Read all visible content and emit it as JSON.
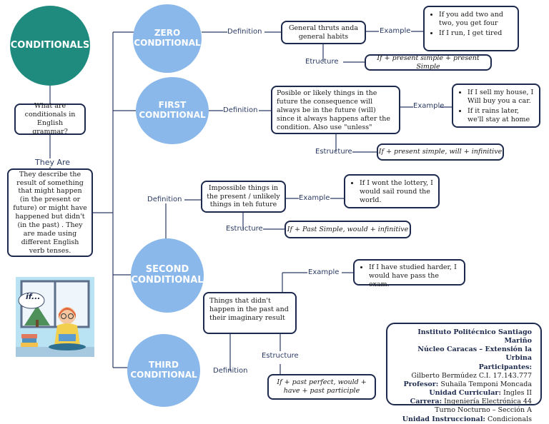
{
  "main": {
    "title": "CONDITIONALS",
    "question": "What are conditionals in English grammar?",
    "they_are": "They Are",
    "description": "They describe the result of something that might happen (in the present or future) or might have happened but didn't (in the past) . They are made using different English verb tenses."
  },
  "zero": {
    "title": "ZERO\nCONDITIONAL",
    "definition_label": "Definition",
    "definition": "General thruts anda general habits",
    "example_label": "Example",
    "examples": [
      "If you add two and two, you get four",
      "If I run, I get tired"
    ],
    "structure_label": "Etructure",
    "structure": "If + present simple + present Simple"
  },
  "first": {
    "title": "FIRST\nCONDITIONAL",
    "definition_label": "Definition",
    "definition": "Posible or likely things in the future the consequence will always be in the future (will) since it always happens after the condition. Also use \"unless\"",
    "example_label": "Example",
    "examples": [
      "If I sell my house, I Will buy you a car.",
      "If it rains later, we'll stay at home"
    ],
    "structure_label": "Estructure",
    "structure": "If + present simple, will + infinitive"
  },
  "second": {
    "title": "SECOND\nCONDITIONAL",
    "definition_label": "Definition",
    "definition": "Impossible things in the present / unlikely things in teh future",
    "example_label": "Example",
    "examples": [
      "If I wont the lottery, I would sail round the world."
    ],
    "structure_label": "Estructure",
    "structure": "If + Past Simple, would + infinitive"
  },
  "third": {
    "title": "THIRD\nCONDITIONAL",
    "definition_label": "Definition",
    "definition": "Things that didn't happen in the past and their imaginary result",
    "example_label": "Example",
    "examples": [
      "If I have studied harder, I would have pass the exam."
    ],
    "structure_label": "Estructure",
    "structure": "If + past perfect, would + have + past participle"
  },
  "illustration": {
    "bubble_text": "if..."
  },
  "institution": {
    "line1": "Instituto Politécnico Santiago Mariño",
    "line2": "Núcleo Caracas – Extensión la Urbina",
    "participants_label": "Participantes:",
    "participant": "Gilberto Bermúdez C.I. 17.143.777",
    "profesor_label": "Profesor:",
    "profesor": "Suhaila Temponi Moncada",
    "unidad_label": "Unidad Curricular:",
    "unidad": "Ingles II",
    "carrera_label": "Carrera:",
    "carrera": "Ingeniería Electrónica 44",
    "turno": "Turno Nocturno – Sección A",
    "instruccional_label": "Unidad Instruccional:",
    "instruccional": "Condicionals"
  },
  "colors": {
    "teal": "#1f8a7e",
    "blue": "#8ab8ea",
    "border": "#1d2a4d"
  }
}
